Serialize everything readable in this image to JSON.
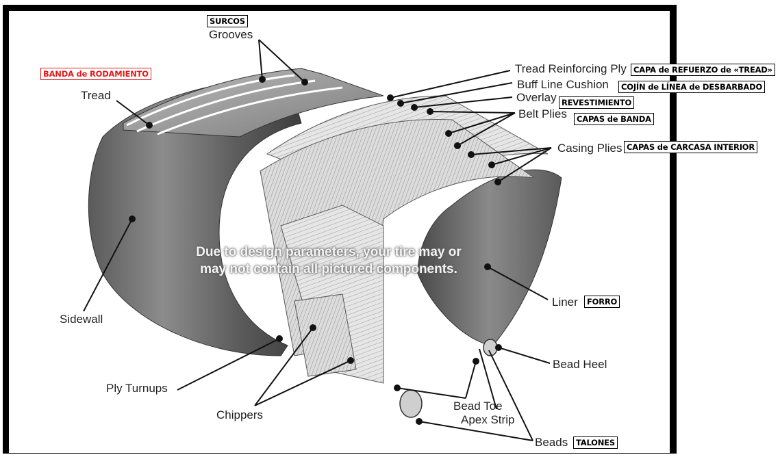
{
  "labels": {
    "grooves": "Grooves",
    "tread": "Tread",
    "tread_reinforcing_ply": "Tread Reinforcing Ply",
    "buff_line_cushion": "Buff Line Cushion",
    "overlay": "Overlay",
    "belt_plies": "Belt Plies",
    "casing_plies": "Casing Plies",
    "sidewall": "Sidewall",
    "liner": "Liner",
    "bead_heel": "Bead Heel",
    "ply_turnups": "Ply Turnups",
    "chippers": "Chippers",
    "bead_toe": "Bead Toe",
    "apex_strip": "Apex Strip",
    "beads": "Beads"
  },
  "translations": {
    "grooves": "SURCOS",
    "tread": "BANDA de RODAMIENTO",
    "tread_reinforcing_ply": "CAPA de REFUERZO de «TREAD»",
    "buff_line_cushion": "COJÍN de LÍNEA de DESBARBADO",
    "overlay": "REVESTIMIENTO",
    "belt_plies": "CAPAS de BANDA",
    "casing_plies": "CAPAS de CARCASA INTERIOR",
    "liner": "FORRO",
    "beads": "TALONES"
  },
  "notice": {
    "line1": "Due to design parameters, your tire may or",
    "line2": "may not contain all pictured components."
  },
  "colors": {
    "highlight_translation": "#e01b1b",
    "tire_rubber": "#6e6e6e",
    "ply_layers": "#d9d9d9"
  }
}
